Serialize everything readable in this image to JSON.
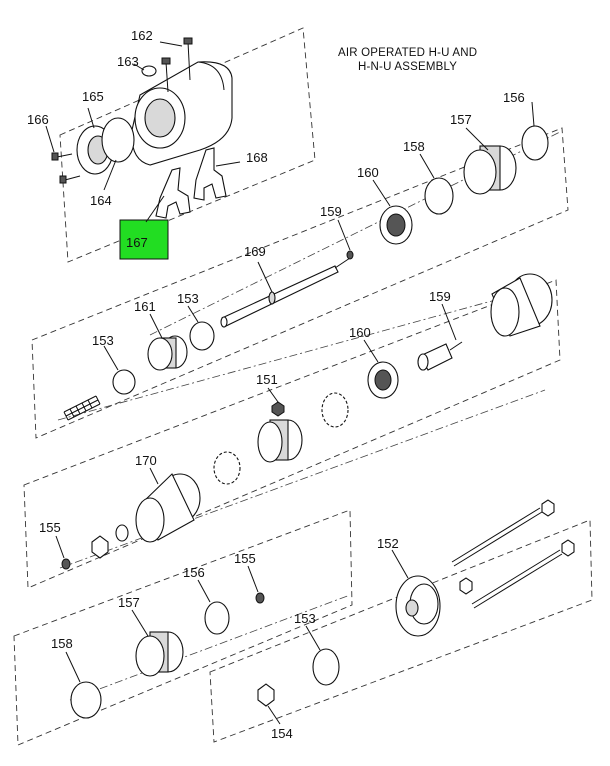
{
  "title_lines": [
    "AIR OPERATED H-U AND",
    "H-N-U ASSEMBLY"
  ],
  "highlight_color": "#22dd22",
  "callouts": {
    "c162": "162",
    "c163": "163",
    "c165": "165",
    "c166": "166",
    "c164": "164",
    "c168": "168",
    "c167": "167",
    "c156a": "156",
    "c157a": "157",
    "c158a": "158",
    "c160a": "160",
    "c159a": "159",
    "c169": "169",
    "c161": "161",
    "c153a": "153",
    "c153b": "153",
    "c159b": "159",
    "c160b": "160",
    "c151": "151",
    "c170": "170",
    "c155a": "155",
    "c156b": "156",
    "c155b": "155",
    "c157b": "157",
    "c158b": "158",
    "c152": "152",
    "c153c": "153",
    "c154": "154"
  }
}
